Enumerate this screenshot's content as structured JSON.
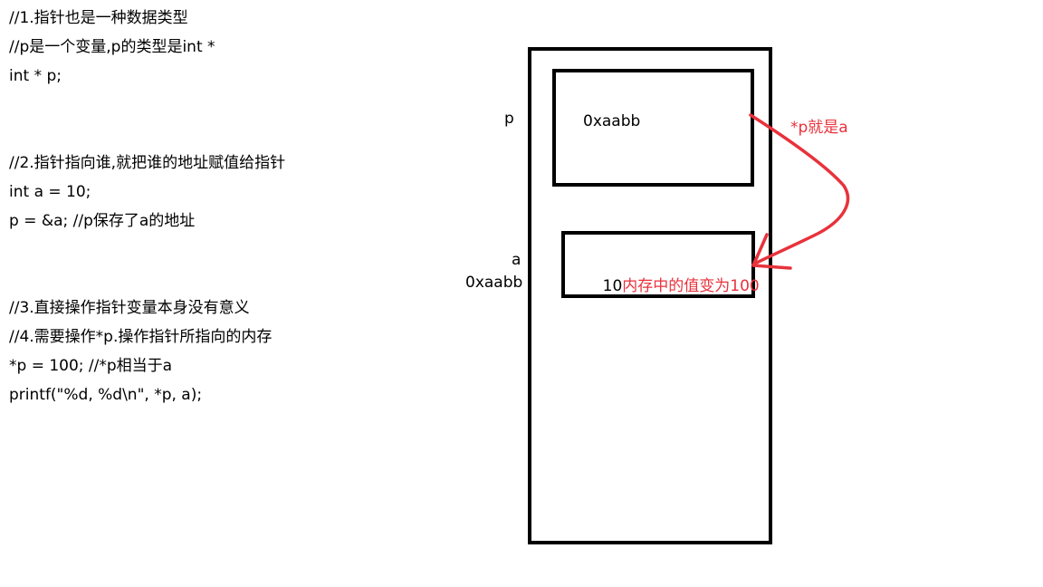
{
  "code": {
    "lines": [
      "//1.指针也是一种数据类型",
      "//p是一个变量,p的类型是int *",
      "int * p;",
      "//2.指针指向谁,就把谁的地址赋值给指针",
      "int a = 10;",
      "p = &a; //p保存了a的地址",
      "//3.直接操作指针变量本身没有意义",
      "//4.需要操作*p.操作指针所指向的内存",
      "*p = 100; //*p相当于a",
      "printf(\"%d, %d\\n\", *p, a);"
    ]
  },
  "diagram": {
    "p_label": "p",
    "p_value": "0xaabb",
    "a_label": "a",
    "a_address": "0xaabb",
    "a_value": "10",
    "a_annotation": "内存中的值变为100",
    "arrow_label": "*p就是a",
    "annotation_color": "#e8323c"
  }
}
